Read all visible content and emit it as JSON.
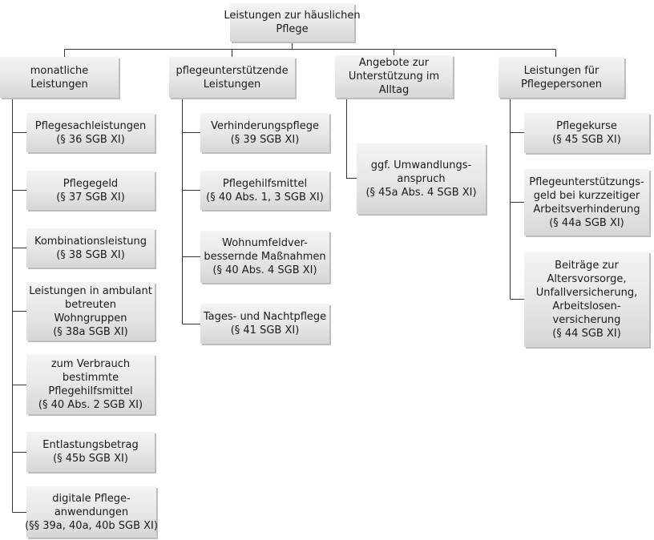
{
  "root": {
    "lines": [
      "Leistungen zur häuslichen",
      "Pflege"
    ]
  },
  "categories": [
    {
      "id": "monthly",
      "lines": [
        "monatliche",
        "Leistungen"
      ],
      "items": [
        {
          "lines": [
            "Pflegesachleistungen",
            "(§ 36 SGB XI)"
          ]
        },
        {
          "lines": [
            "Pflegegeld",
            "(§ 37 SGB XI)"
          ]
        },
        {
          "lines": [
            "Kombinationsleistung",
            "(§ 38 SGB XI)"
          ]
        },
        {
          "lines": [
            "Leistungen in ambulant",
            "betreuten",
            "Wohngruppen",
            "(§ 38a SGB XI)"
          ]
        },
        {
          "lines": [
            "zum Verbrauch",
            "bestimmte",
            "Pflegehilfsmittel",
            "(§ 40 Abs. 2 SGB XI)"
          ]
        },
        {
          "lines": [
            "Entlastungsbetrag",
            "(§ 45b SGB XI)"
          ]
        },
        {
          "lines": [
            "digitale Pflege-",
            "anwendungen",
            "(§§ 39a, 40a, 40b SGB XI)"
          ]
        }
      ]
    },
    {
      "id": "supportive",
      "lines": [
        "pflegeunterstützende",
        "Leistungen"
      ],
      "items": [
        {
          "lines": [
            "Verhinderungspflege",
            "(§ 39 SGB XI)"
          ]
        },
        {
          "lines": [
            "Pflegehilfsmittel",
            "(§ 40 Abs. 1, 3 SGB XI)"
          ]
        },
        {
          "lines": [
            "Wohnumfeldver-",
            "bessernde Maßnahmen",
            "(§ 40 Abs. 4 SGB XI)"
          ]
        },
        {
          "lines": [
            "Tages- und Nachtpflege",
            "(§ 41 SGB XI)"
          ]
        }
      ]
    },
    {
      "id": "everyday",
      "lines": [
        "Angebote zur",
        "Unterstützung im",
        "Alltag"
      ],
      "items": [
        {
          "lines": [
            "ggf. Umwandlungs-",
            "anspruch",
            "(§ 45a Abs. 4 SGB XI)"
          ]
        }
      ]
    },
    {
      "id": "caregivers",
      "lines": [
        "Leistungen für",
        "Pflegepersonen"
      ],
      "items": [
        {
          "lines": [
            "Pflegekurse",
            "(§ 45 SGB XI)"
          ]
        },
        {
          "lines": [
            "Pflegeunterstützungs-",
            "geld bei kurzzeitiger",
            "Arbeitsverhinderung",
            "(§ 44a SGB XI)"
          ]
        },
        {
          "lines": [
            "Beiträge zur",
            "Altersvorsorge,",
            "Unfallversicherung,",
            "Arbeitslosen-",
            "versicherung",
            "(§ 44 SGB XI)"
          ]
        }
      ]
    }
  ]
}
